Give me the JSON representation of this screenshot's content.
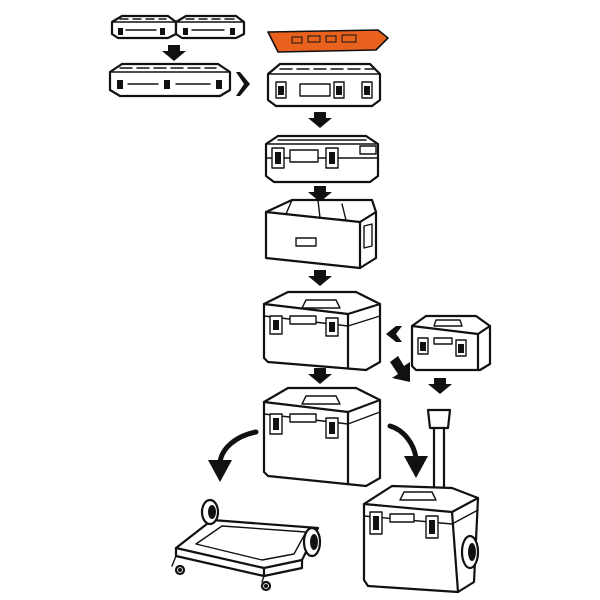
{
  "diagram": {
    "type": "modular-toolbox-system",
    "colors": {
      "accent": "#e8621e",
      "line": "#111111",
      "background": "#ffffff"
    },
    "components": [
      {
        "id": "small-organizers",
        "icon": "small-organizer-pair-icon"
      },
      {
        "id": "organizer-insert",
        "icon": "organizer-insert-icon"
      },
      {
        "id": "large-organizer",
        "icon": "large-organizer-icon"
      },
      {
        "id": "deep-organizer",
        "icon": "deep-organizer-icon"
      },
      {
        "id": "organizer-case",
        "icon": "organizer-case-icon"
      },
      {
        "id": "divider-tray",
        "icon": "divider-tray-icon"
      },
      {
        "id": "toolbox",
        "icon": "toolbox-icon"
      },
      {
        "id": "compact-toolbox",
        "icon": "compact-toolbox-icon"
      },
      {
        "id": "large-toolbox",
        "icon": "large-toolbox-icon"
      },
      {
        "id": "dolly",
        "icon": "dolly-icon"
      },
      {
        "id": "wheeled-trolley",
        "icon": "wheeled-trolley-icon"
      }
    ],
    "flows": [
      {
        "from": "small-organizers",
        "to": "large-organizer",
        "arrow": "down-arrow-icon"
      },
      {
        "from": "large-organizer",
        "to": "deep-organizer",
        "arrow": "right-arrow-icon"
      },
      {
        "from": "deep-organizer",
        "to": "organizer-case",
        "arrow": "down-arrow-icon"
      },
      {
        "from": "organizer-case",
        "to": "divider-tray",
        "arrow": "down-arrow-icon"
      },
      {
        "from": "divider-tray",
        "to": "toolbox",
        "arrow": "down-arrow-icon"
      },
      {
        "from": "compact-toolbox",
        "to": "toolbox",
        "arrow": "left-arrow-icon"
      },
      {
        "from": "toolbox",
        "to": "large-toolbox",
        "arrow": "down-arrow-icon"
      },
      {
        "from": "toolbox",
        "to": "wheeled-trolley",
        "arrow": "diagonal-arrow-icon"
      },
      {
        "from": "compact-toolbox",
        "to": "wheeled-trolley",
        "arrow": "down-arrow-icon"
      },
      {
        "from": "large-toolbox",
        "to": "dolly",
        "arrow": "curved-arrow-left-icon"
      },
      {
        "from": "large-toolbox",
        "to": "wheeled-trolley",
        "arrow": "curved-arrow-right-icon"
      }
    ]
  }
}
